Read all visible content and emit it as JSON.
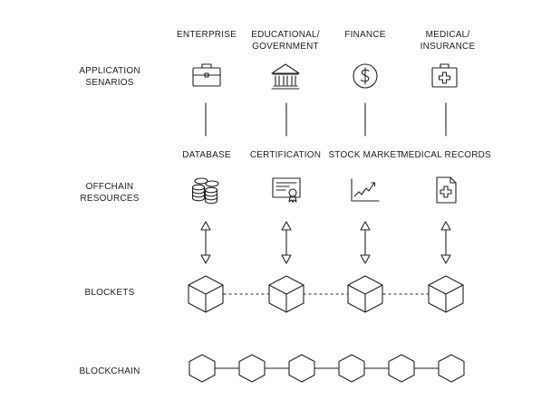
{
  "rows": {
    "application": "APPLICATION\nSENARIOS",
    "offchain": "OFFCHAIN\nRESOURCES",
    "blockets": "BLOCKETS",
    "blockchain": "BLOCKCHAIN"
  },
  "scenarios": [
    {
      "label": "ENTERPRISE",
      "icon": "briefcase-icon"
    },
    {
      "label": "EDUCATIONAL/\nGOVERNMENT",
      "icon": "government-building-icon"
    },
    {
      "label": "FINANCE",
      "icon": "dollar-coin-icon"
    },
    {
      "label": "MEDICAL/\nINSURANCE",
      "icon": "medical-kit-icon"
    }
  ],
  "resources": [
    {
      "label": "DATABASE",
      "icon": "coin-stacks-icon"
    },
    {
      "label": "CERTIFICATION",
      "icon": "certificate-icon"
    },
    {
      "label": "STOCK MARKET",
      "icon": "stock-chart-icon"
    },
    {
      "label": "MEDICAL RECORDS",
      "icon": "medical-record-icon"
    }
  ],
  "colors": {
    "line": "#222222",
    "background": "#ffffff"
  }
}
